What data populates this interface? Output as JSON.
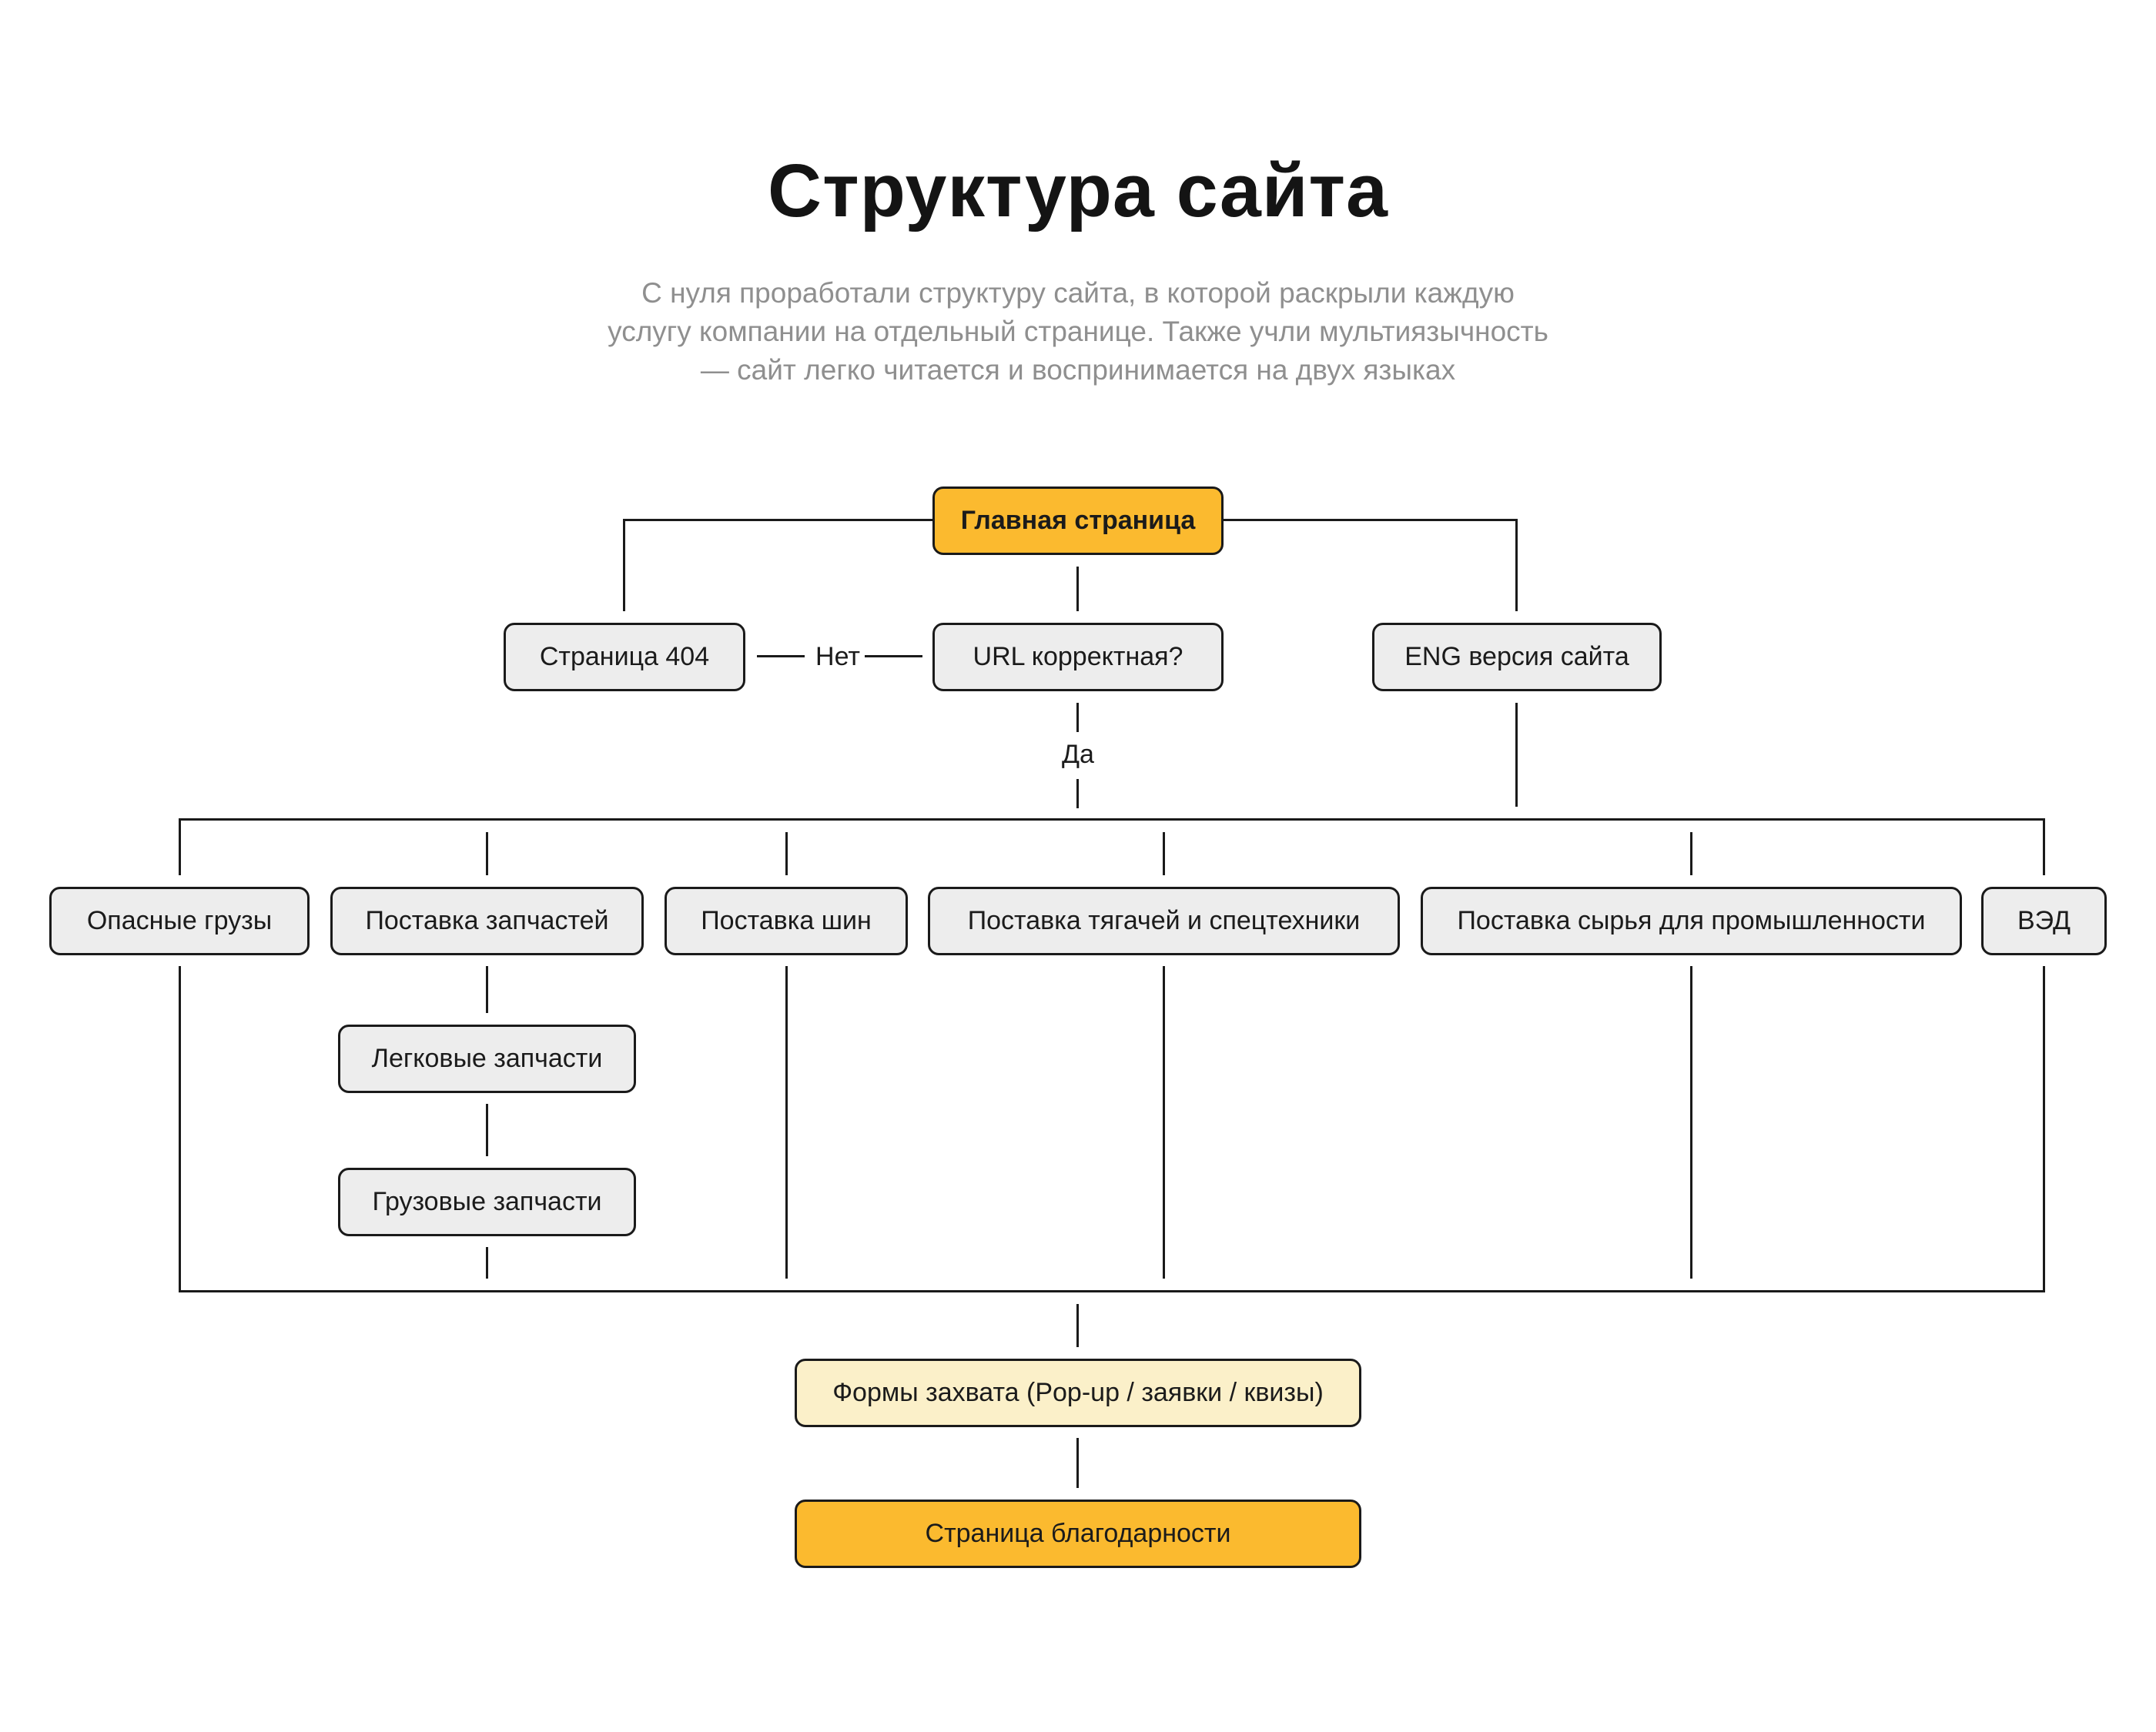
{
  "header": {
    "title": "Структура сайта",
    "subtitle_lines": [
      "С нуля проработали структуру сайта, в которой раскрыли каждую",
      "услугу компании на отдельный странице. Также учли мультиязычность",
      "— сайт легко читается и воспринимается на двух языках"
    ]
  },
  "nodes": {
    "main": "Главная страница",
    "page404": "Страница 404",
    "url_check": "URL корректная?",
    "eng": "ENG версия сайта",
    "dangerous": "Опасные грузы",
    "parts": "Поставка запчастей",
    "tires": "Поставка шин",
    "tractors": "Поставка тягачей и спецтехники",
    "raw": "Поставка сырья для промышленности",
    "ved": "ВЭД",
    "car_parts": "Легковые запчасти",
    "truck_parts": "Грузовые запчасти",
    "forms": "Формы захвата (Pop-up / заявки / квизы)",
    "thanks": "Страница благодарности"
  },
  "edge_labels": {
    "no": "Нет",
    "yes": "Да"
  },
  "hierarchy": {
    "main_branches": [
      "page404",
      "url_check",
      "eng"
    ],
    "url_check_no": "page404",
    "url_check_yes": [
      "dangerous",
      "parts",
      "tires",
      "tractors",
      "raw",
      "ved"
    ],
    "eng_to": [
      "dangerous",
      "parts",
      "tires",
      "tractors",
      "raw",
      "ved"
    ],
    "parts_children": [
      "car_parts",
      "truck_parts"
    ],
    "services_to": "forms",
    "forms_to": "thanks"
  },
  "colors": {
    "accent_orange": "#fbba2f",
    "light_yellow": "#fbf0c9",
    "box_gray": "#ededed",
    "line_dark": "#1a1a1a",
    "subtitle_gray": "#8f8f8f",
    "background": "#ffffff"
  }
}
